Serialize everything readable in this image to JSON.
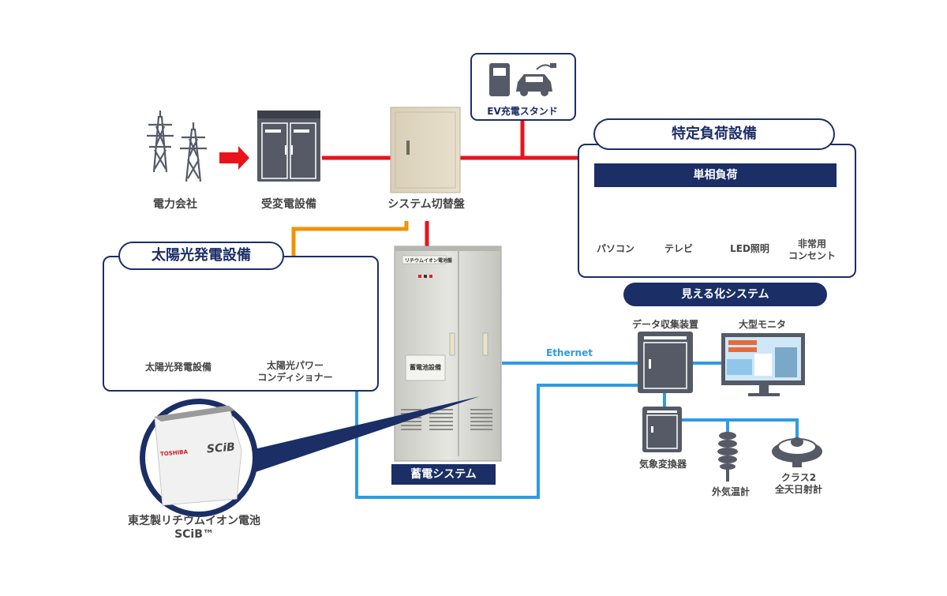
{
  "nodes": {
    "power_company": "電力会社",
    "substation": "受変電設備",
    "switchboard": "システム切替盤",
    "ev_station": "EV充電スタンド",
    "specific_load": "特定負荷設備",
    "single_phase_load": "単相負荷",
    "pc": "パソコン",
    "tv": "テレビ",
    "led": "LED照明",
    "emergency_outlet_line1": "非常用",
    "emergency_outlet_line2": "コンセント",
    "solar_group": "太陽光発電設備",
    "solar_panel": "太陽光発電設備",
    "pcs_line1": "太陽光パワー",
    "pcs_line2": "コンディショナー",
    "storage_system": "蓄電システム",
    "cabinet_plate": "リチウムイオン電池盤",
    "cabinet_label": "蓄電池設備",
    "visualization": "見える化システム",
    "data_collector": "データ収集装置",
    "large_monitor": "大型モニタ",
    "ethernet": "Ethernet",
    "weather_converter": "気象変換器",
    "thermometer": "外気温計",
    "pyranometer_line1": "クラス2",
    "pyranometer_line2": "全天日射計",
    "battery_line1": "東芝製リチウムイオン電池",
    "battery_line2": "SCiB™",
    "battery_brand": "TOSHIBA",
    "battery_logo": "SCiB"
  },
  "colors": {
    "power_line": "#e8141c",
    "dc_line": "#f39200",
    "comm_line": "#2f9be3",
    "navy": "#1b2e66",
    "equipment": "#555a66"
  }
}
